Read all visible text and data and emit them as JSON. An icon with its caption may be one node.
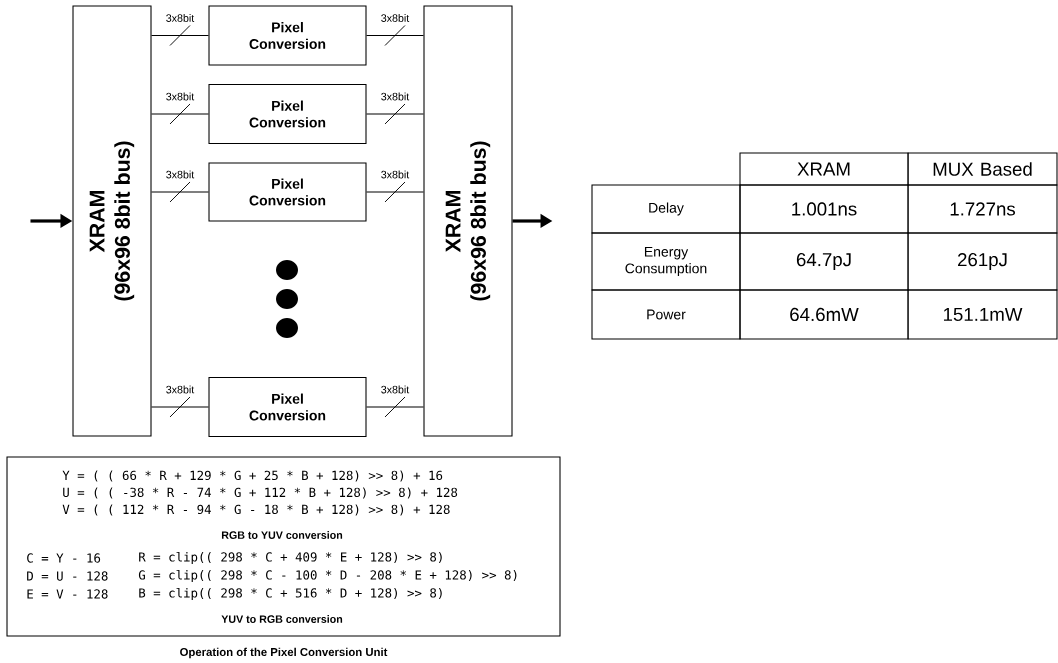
{
  "diagram": {
    "nodes": [
      {
        "text": [
          "XRAM",
          "(96x96 8bit bus)"
        ]
      },
      {
        "text": [
          "Pixel Conversion"
        ]
      },
      {
        "text": [
          "Pixel Conversion"
        ]
      },
      {
        "text": [
          "Pixel Conversion"
        ]
      },
      {
        "text": [
          "Pixel Conversion"
        ]
      },
      {
        "text": [
          "XRAM",
          "(96x96 8bit bus)"
        ]
      },
      {
        "text": [
          "Y = ( ( 66 * R + 129 * G + 25 * B + 128) >> 8) + 16",
          "U = ( ( -38 * R - 74 * G + 112 * B + 128) >> 8) + 128",
          "V = ( ( 112 * R - 94 * G - 18 * B + 128) >> 8) + 128",
          "RGB to YUV conversion",
          "C = Y - 16",
          "D = U - 128",
          "E = V - 128",
          "R = clip(( 298 * C + 409 * E + 128) >> 8)",
          "G = clip(( 298 * C - 100 * D - 208 * E + 128) >> 8)",
          "B = clip(( 298 * C + 516 * D + 128) >> 8)",
          "YUV to RGB conversion"
        ],
        "beside": [
          "Operation of the Pixel Conversion Unit"
        ]
      }
    ],
    "edges": [
      {
        "from": null,
        "to": 0,
        "arrow": "to",
        "style": "thick"
      },
      {
        "from": 0,
        "to": 1,
        "arrow": "none",
        "label": "3x8bit"
      },
      {
        "from": 0,
        "to": 2,
        "arrow": "none",
        "label": "3x8bit"
      },
      {
        "from": 0,
        "to": 3,
        "arrow": "none",
        "label": "3x8bit"
      },
      {
        "from": 0,
        "to": 4,
        "arrow": "none",
        "label": "3x8bit"
      },
      {
        "from": 1,
        "to": 5,
        "arrow": "none",
        "label": "3x8bit"
      },
      {
        "from": 2,
        "to": 5,
        "arrow": "none",
        "label": "3x8bit"
      },
      {
        "from": 3,
        "to": 5,
        "arrow": "none",
        "label": "3x8bit"
      },
      {
        "from": 4,
        "to": 5,
        "arrow": "none",
        "label": "3x8bit"
      },
      {
        "from": 5,
        "to": null,
        "arrow": "to",
        "style": "thick"
      }
    ],
    "labels": [
      "XRAM",
      "MUX Based",
      "Delay",
      "1.001ns",
      "1.727ns",
      "Energy Consumption",
      "64.7pJ",
      "261pJ",
      "Power",
      "64.6mW",
      "151.1mW"
    ]
  }
}
